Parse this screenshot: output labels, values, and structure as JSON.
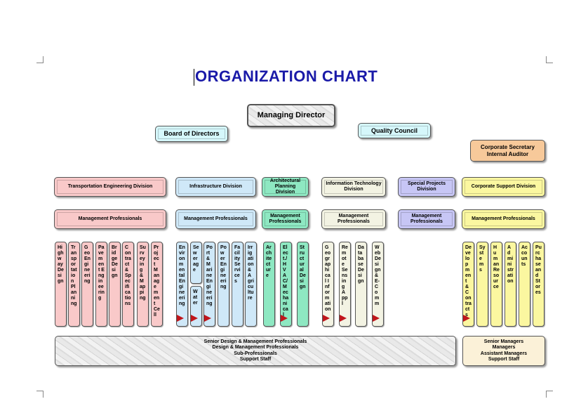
{
  "title": "ORGANIZATION CHART",
  "top": {
    "managing_director": "Managing Director",
    "board": "Board of Directors",
    "quality": "Quality Council",
    "corp_secretary": [
      "Corporate Secretary",
      "Internal Auditor"
    ]
  },
  "divisions": [
    {
      "name": "Transportation Engineering Division",
      "mgmt": "Management Professionals",
      "color": "#f9c9c9",
      "units": [
        "Highway Design",
        "Transportation Planning",
        "Geo Engineering",
        "Pavement Engineering",
        "Bridge Design",
        "Contract & Specifications",
        "Surveying & Mapping",
        "Project Management Cell"
      ]
    },
    {
      "name": "Infrastructure Division",
      "mgmt": "Management Professionals",
      "color": "#cfe8f8",
      "units": [
        "Environmental Engineering",
        "Sewerage",
        "Water",
        "Port & Marine Engineering",
        "Power Engineering",
        "Facility Services",
        "Irrigation & Agriculture"
      ]
    },
    {
      "name": "Architectural Planning Division",
      "mgmt": "Management Professionals",
      "color": "#8ee8c2",
      "units": [
        "Architecture",
        "Elect./HVAC/Mechanical",
        "Structural Design"
      ]
    },
    {
      "name": "Information Technology Division",
      "mgmt": "Management Professionals",
      "color": "#f3f3e3",
      "units": [
        "Geographical Information",
        "Remote Sensing Appl",
        "Database Design",
        "Web Design & E-Comm"
      ]
    },
    {
      "name": "Special Projects Division",
      "mgmt": "Management Professionals",
      "color": "#c7c6f5",
      "units": []
    },
    {
      "name": "Corporate Support Division",
      "mgmt": "Management Professionals",
      "color": "#fbf7a0",
      "units": [
        "Development & Contracts",
        "Systems",
        "Human Resource",
        "Administration",
        "Accounts",
        "Purchase and Stores"
      ]
    }
  ],
  "staff_levels": [
    "Senior Design & Management Professionals",
    "Design & Management Professionals",
    "Sub-Professionals",
    "Support Staff"
  ],
  "manager_levels": [
    "Senior Managers",
    "Managers",
    "Assistant Managers",
    "Support Staff"
  ]
}
